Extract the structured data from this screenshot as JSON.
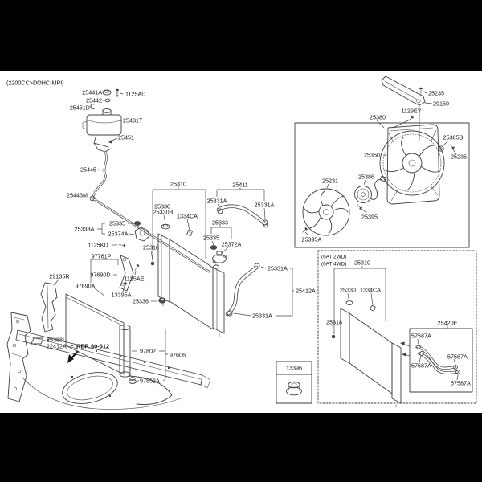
{
  "notes": {
    "engine": "(2200CC>DOHC-MPI)",
    "variant_2wd": "(6AT 2WD)",
    "variant_4wd": "(6AT 4WD)",
    "ref": "REF. 60-612"
  },
  "parts": {
    "p25441A": "25441A",
    "p1125AD": "1125AD",
    "p25442": "25442",
    "p25451D": "25451D",
    "p25431T": "25431T",
    "p25451": "25451",
    "p25445": "25445",
    "p25443M": "25443M",
    "p25310": "25310",
    "p25330": "25330",
    "p25330B": "25330B",
    "p1334CA": "1334CA",
    "p25318": "25318",
    "p25335": "25335",
    "p25374A": "25374A",
    "p25333A": "25333A",
    "p1125KD": "1125KD",
    "p97761P": "97761P",
    "p97690D": "97690D",
    "p1125AE": "1125AE",
    "p97690A": "97690A",
    "p13395A": "13395A",
    "p25336": "25336",
    "p25411": "25411",
    "p25331A": "25331A",
    "p25333": "25333",
    "p25372A": "25372A",
    "p25412A": "25412A",
    "p25235": "25235",
    "p29150": "29150",
    "p1129EY": "1129EY",
    "p25380": "25380",
    "p25385B": "25385B",
    "p25350": "25350",
    "p25231": "25231",
    "p25386": "25386",
    "p25395": "25395",
    "p25395A": "25395A",
    "p25420E": "25420E",
    "p57587A": "57587A",
    "p29135R": "29135R",
    "p25388L": "25388L",
    "p22412A": "22412A",
    "p97802": "97802",
    "p97606": "97606",
    "p97852A": "97852A",
    "p13396": "13396"
  }
}
